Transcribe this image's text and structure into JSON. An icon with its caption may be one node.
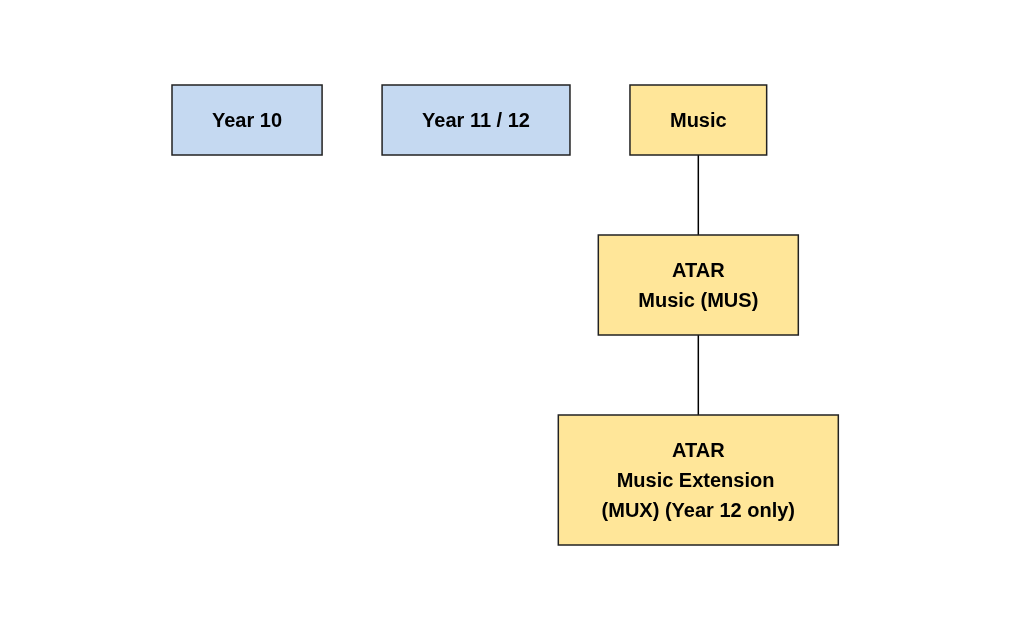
{
  "diagram": {
    "nodes": [
      {
        "text": [
          "Year 10"
        ]
      },
      {
        "text": [
          "Year 11 / 12"
        ]
      },
      {
        "text": [
          "Music"
        ]
      },
      {
        "text": [
          "ATAR",
          "Music (MUS)"
        ]
      },
      {
        "text": [
          "ATAR",
          "Music Extension (MUX) (Year 12 only)"
        ]
      }
    ],
    "edges": [
      {
        "from": 2,
        "to": 3,
        "arrow": "none"
      },
      {
        "from": 3,
        "to": 4,
        "arrow": "none"
      }
    ]
  }
}
